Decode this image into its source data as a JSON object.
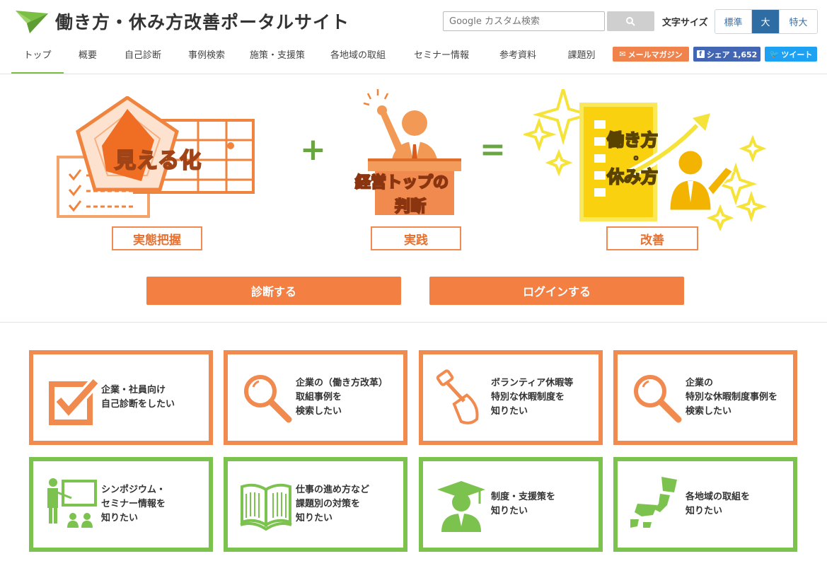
{
  "site": {
    "title": "働き方・休み方改善ポータルサイト"
  },
  "search": {
    "placeholder": "Google カスタム検索",
    "button_icon": "search-icon"
  },
  "font_size": {
    "label": "文字サイズ",
    "options": [
      "標準",
      "大",
      "特大"
    ],
    "selected": "大"
  },
  "nav": {
    "items": [
      "トップ",
      "概要",
      "自己診断",
      "事例検索",
      "施策・支援策",
      "各地域の取組",
      "セミナー情報",
      "参考資料",
      "課題別"
    ],
    "active": "トップ"
  },
  "share": {
    "mail": "メールマガジン",
    "facebook": "シェア 1,652",
    "twitter": "ツイート"
  },
  "hero": {
    "step1_graphic": "見える化",
    "step1_caption": "実態把握",
    "plus": "+",
    "step2_graphic_line1": "経営トップの",
    "step2_graphic_line2": "判断",
    "step2_caption": "実践",
    "equals": "=",
    "step3_graphic_line1": "働き方",
    "step3_graphic_line2": "・",
    "step3_graphic_line3": "休み方",
    "step3_caption": "改善",
    "diagnose_button": "診断する",
    "login_button": "ログインする"
  },
  "cards": [
    {
      "text": "企業・社員向け\n自己診断をしたい",
      "icon": "checkbox-icon",
      "color": "#f08a4e"
    },
    {
      "text": "企業の（働き方改革）\n取組事例を\n検索したい",
      "icon": "magnifier-icon",
      "color": "#f08a4e"
    },
    {
      "text": "ボランティア休暇等\n特別な休暇制度を\n知りたい",
      "icon": "shovel-icon",
      "color": "#f08a4e"
    },
    {
      "text": "企業の\n特別な休暇制度事例を\n検索したい",
      "icon": "magnifier-icon",
      "color": "#f08a4e"
    },
    {
      "text": "シンポジウム・\nセミナー情報を\n知りたい",
      "icon": "seminar-icon",
      "color": "#7cc24f"
    },
    {
      "text": "仕事の進め方など\n課題別の対策を\n知りたい",
      "icon": "book-icon",
      "color": "#7cc24f"
    },
    {
      "text": "制度・支援策を\n知りたい",
      "icon": "graduate-icon",
      "color": "#7cc24f"
    },
    {
      "text": "各地域の取組を\n知りたい",
      "icon": "japan-map-icon",
      "color": "#7cc24f"
    }
  ],
  "colors": {
    "accent_orange": "#f47f42",
    "accent_green": "#7cc24f",
    "accent_blue": "#2e6da4"
  }
}
